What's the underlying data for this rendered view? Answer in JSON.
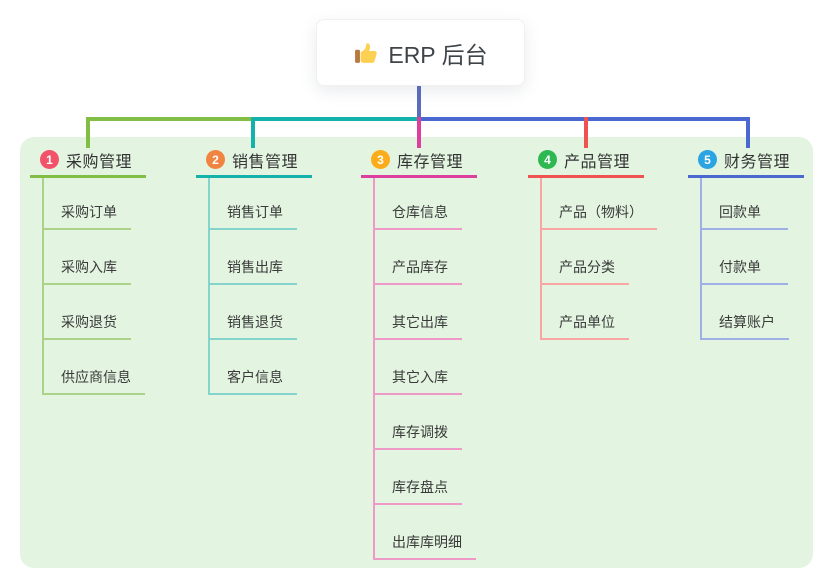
{
  "diagram_type": "mindmap",
  "root": {
    "label": "ERP 后台",
    "icon": "thumbs-up-icon",
    "text_color": "#3f4449",
    "card_bg": "#ffffff",
    "connector_color": "#5b6bc0"
  },
  "panel": {
    "bg": "#e3f5e1"
  },
  "branches": [
    {
      "badge": "1",
      "label": "采购管理",
      "color": "#82bd45",
      "light_color": "#aad389",
      "badge_color": "#f3536a",
      "children": [
        "采购订单",
        "采购入库",
        "采购退货",
        "供应商信息"
      ]
    },
    {
      "badge": "2",
      "label": "销售管理",
      "color": "#13b2aa",
      "light_color": "#84d4cd",
      "badge_color": "#f28441",
      "children": [
        "销售订单",
        "销售出库",
        "销售退货",
        "客户信息"
      ]
    },
    {
      "badge": "3",
      "label": "库存管理",
      "color": "#dd3f9e",
      "light_color": "#ef99c9",
      "badge_color": "#fbac1b",
      "children": [
        "仓库信息",
        "产品库存",
        "其它出库",
        "其它入库",
        "库存调拨",
        "库存盘点",
        "出库库明细"
      ]
    },
    {
      "badge": "4",
      "label": "产品管理",
      "color": "#f0534f",
      "light_color": "#f7a6a2",
      "badge_color": "#2eb852",
      "children": [
        "产品（物料）",
        "产品分类",
        "产品单位"
      ]
    },
    {
      "badge": "5",
      "label": "财务管理",
      "color": "#4a68cf",
      "light_color": "#9fb0e6",
      "badge_color": "#2ba4e1",
      "children": [
        "回款单",
        "付款单",
        "结算账户"
      ]
    }
  ]
}
